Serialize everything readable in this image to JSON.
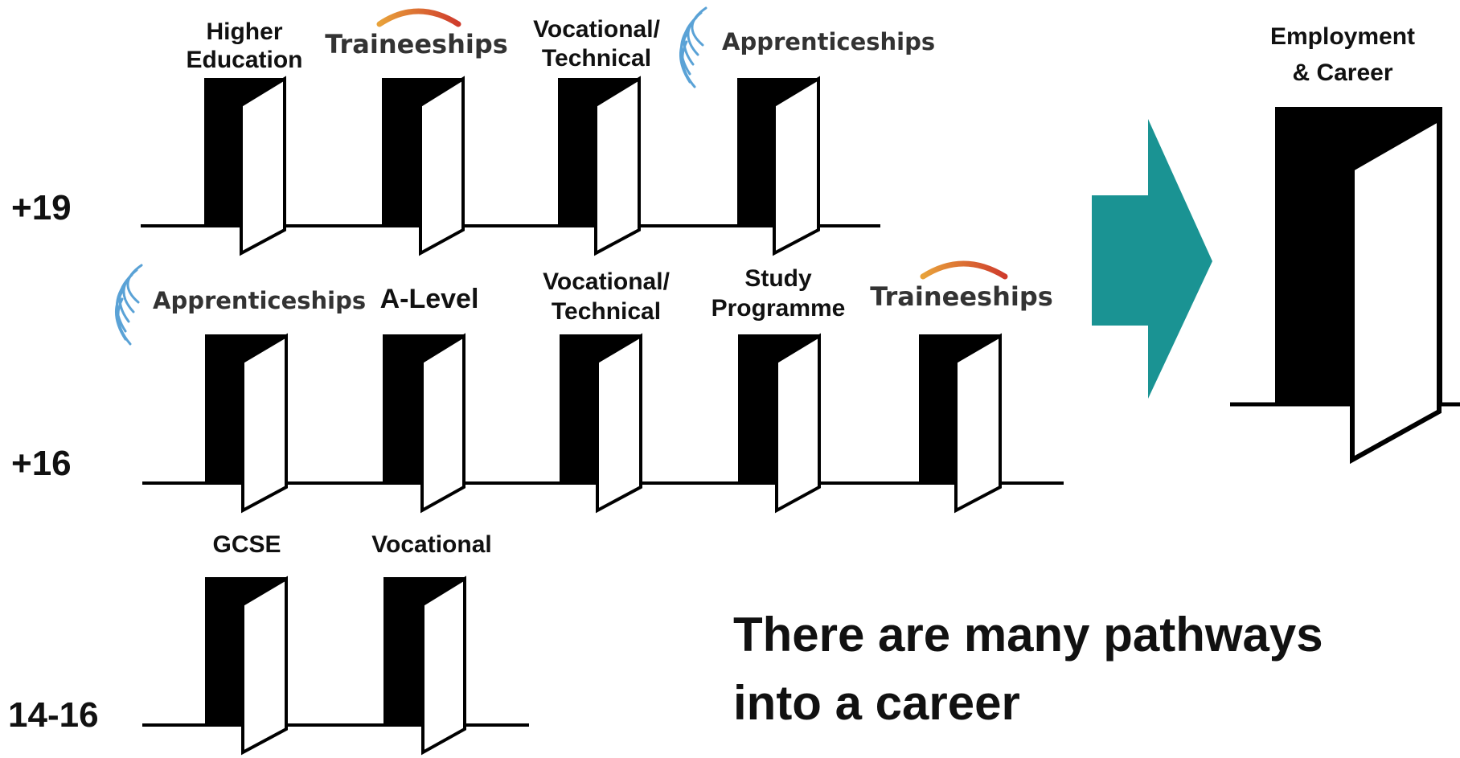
{
  "colors": {
    "arrow": "#1a9393",
    "door_frame": "#000000",
    "door_leaf": "#ffffff",
    "trainee_arc_start": "#e8a23a",
    "trainee_arc_end": "#cf3b2c",
    "wing": "#5aa2d6"
  },
  "rows": [
    {
      "id": "row-19",
      "age_label": "+19",
      "doors": [
        {
          "id": "higher-education",
          "label_lines": [
            "Higher",
            "Education"
          ],
          "style": "text"
        },
        {
          "id": "traineeships-19",
          "label_lines": [
            "Traineeships"
          ],
          "style": "traineeships-logo"
        },
        {
          "id": "vocational-technical-19",
          "label_lines": [
            "Vocational/",
            "Technical"
          ],
          "style": "text"
        },
        {
          "id": "apprenticeships-19",
          "label_lines": [
            "Apprenticeships"
          ],
          "style": "apprenticeships-logo"
        }
      ]
    },
    {
      "id": "row-16",
      "age_label": "+16",
      "doors": [
        {
          "id": "apprenticeships-16",
          "label_lines": [
            "Apprenticeships"
          ],
          "style": "apprenticeships-logo"
        },
        {
          "id": "a-level",
          "label_lines": [
            "A-Level"
          ],
          "style": "text-large"
        },
        {
          "id": "vocational-technical-16",
          "label_lines": [
            "Vocational/",
            "Technical"
          ],
          "style": "text"
        },
        {
          "id": "study-programme",
          "label_lines": [
            "Study",
            "Programme"
          ],
          "style": "text"
        },
        {
          "id": "traineeships-16",
          "label_lines": [
            "Traineeships"
          ],
          "style": "traineeships-logo"
        }
      ]
    },
    {
      "id": "row-14-16",
      "age_label": "14-16",
      "doors": [
        {
          "id": "gcse",
          "label_lines": [
            "GCSE"
          ],
          "style": "text"
        },
        {
          "id": "vocational-14",
          "label_lines": [
            "Vocational"
          ],
          "style": "text"
        }
      ]
    }
  ],
  "destination": {
    "label_lines": [
      "Employment",
      "& Career"
    ]
  },
  "message_lines": [
    "There are many pathways",
    "into a career"
  ]
}
